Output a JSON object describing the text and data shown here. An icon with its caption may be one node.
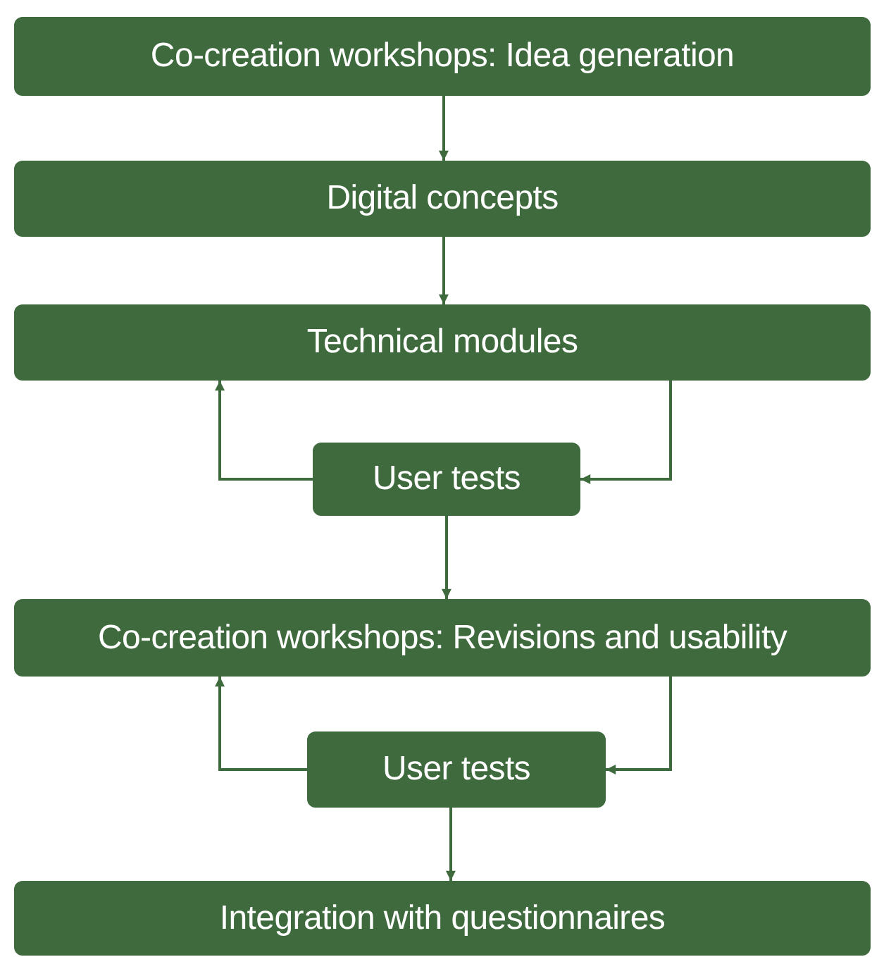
{
  "diagram": {
    "nodes": [
      {
        "text": [
          "Co-creation workshops: Idea generation"
        ]
      },
      {
        "text": [
          "Digital concepts"
        ]
      },
      {
        "text": [
          "Technical modules"
        ]
      },
      {
        "text": [
          "User tests"
        ]
      },
      {
        "text": [
          "Co-creation workshops: Revisions and usability"
        ]
      },
      {
        "text": [
          "User tests"
        ]
      },
      {
        "text": [
          "Integration with questionnaires"
        ]
      }
    ],
    "edges": [
      {
        "from": 0,
        "to": 1,
        "arrow": "to"
      },
      {
        "from": 1,
        "to": 2,
        "arrow": "to"
      },
      {
        "from": 2,
        "to": 3,
        "arrow": "to"
      },
      {
        "from": 3,
        "to": 2,
        "arrow": "to"
      },
      {
        "from": 3,
        "to": 4,
        "arrow": "to"
      },
      {
        "from": 4,
        "to": 5,
        "arrow": "to"
      },
      {
        "from": 5,
        "to": 4,
        "arrow": "to"
      },
      {
        "from": 5,
        "to": 6,
        "arrow": "to"
      }
    ]
  }
}
